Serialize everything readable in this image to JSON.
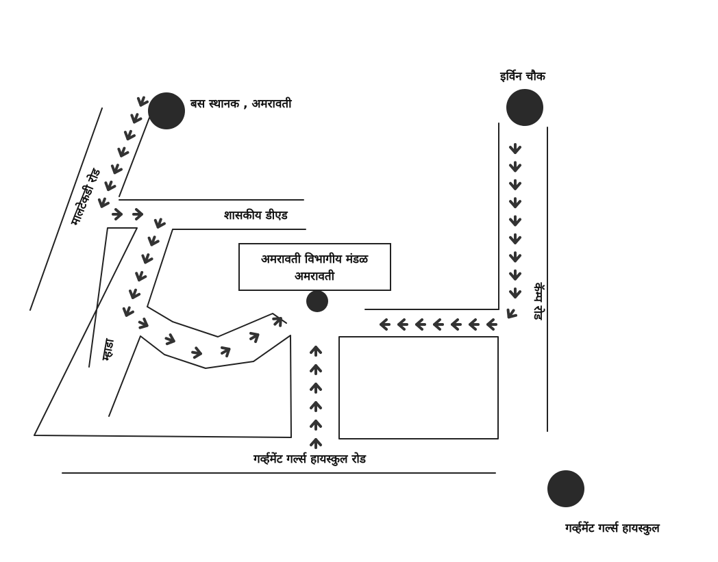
{
  "colors": {
    "road_line": "#222222",
    "arrow": "#333333",
    "landmark": "#2a2a2a",
    "text": "#111111",
    "background": "#ffffff"
  },
  "landmarks": {
    "bus_stand": "बस स्थानक , अमरावती",
    "irwin_chowk": "इर्विन चौक",
    "govt_girls_school": "गर्व्हमेंट गर्ल्स हायस्कुल",
    "divisional_board": [
      "अमरावती विभागीय मंडळ",
      "अमरावती"
    ]
  },
  "roads": {
    "maltekdi": "मालटेकडी रोड",
    "ded": "शासकीय डीएड",
    "mhada": "म्हाडा",
    "camp": "कॅम्प रोड",
    "girls_school_road": "गर्व्हमेंट गर्ल्स हायस्कुल रोड"
  }
}
